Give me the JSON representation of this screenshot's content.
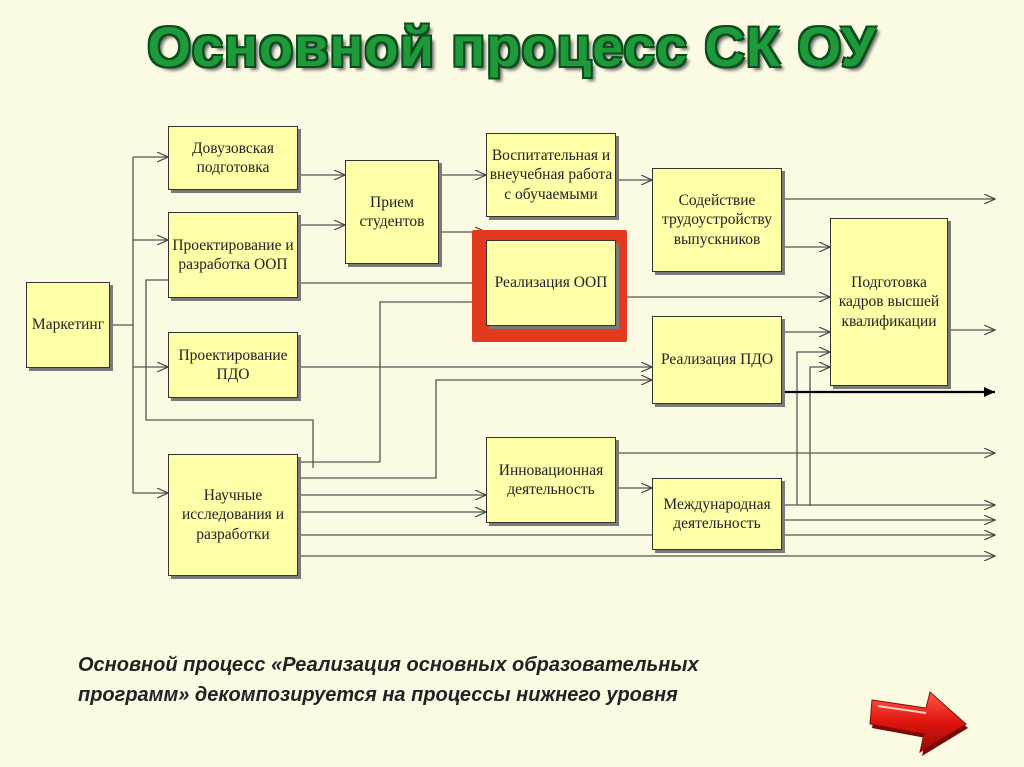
{
  "title": "Основной процесс СК ОУ",
  "boxes": {
    "marketing": "Маркетинг",
    "pre_university": "Довузовская подготовка",
    "oop_design": "Проектирование и разработка ООП",
    "pdo_design": "Проектирование ПДО",
    "research": "Научные исследования и разработки",
    "admission": "Прием студентов",
    "education": "Воспитательная и внеучебная работа с обучаемыми",
    "oop_implementation": "Реализация ООП",
    "innovation": "Инновационная деятельность",
    "employment": "Содействие трудоустройству выпускников",
    "pdo_implementation": "Реализация ПДО",
    "international": "Международная деятельность",
    "qualification": "Подготовка кадров высшей квалификации"
  },
  "caption": {
    "line1": "Основной процесс «Реализация основных образовательных",
    "line2": "программ» декомпозируется на процессы нижнего уровня"
  },
  "colors": {
    "title_fill": "#1f9a3a",
    "box_fill": "#ffffa8",
    "highlight": "#e23a1e",
    "background": "#fbfbe4"
  }
}
